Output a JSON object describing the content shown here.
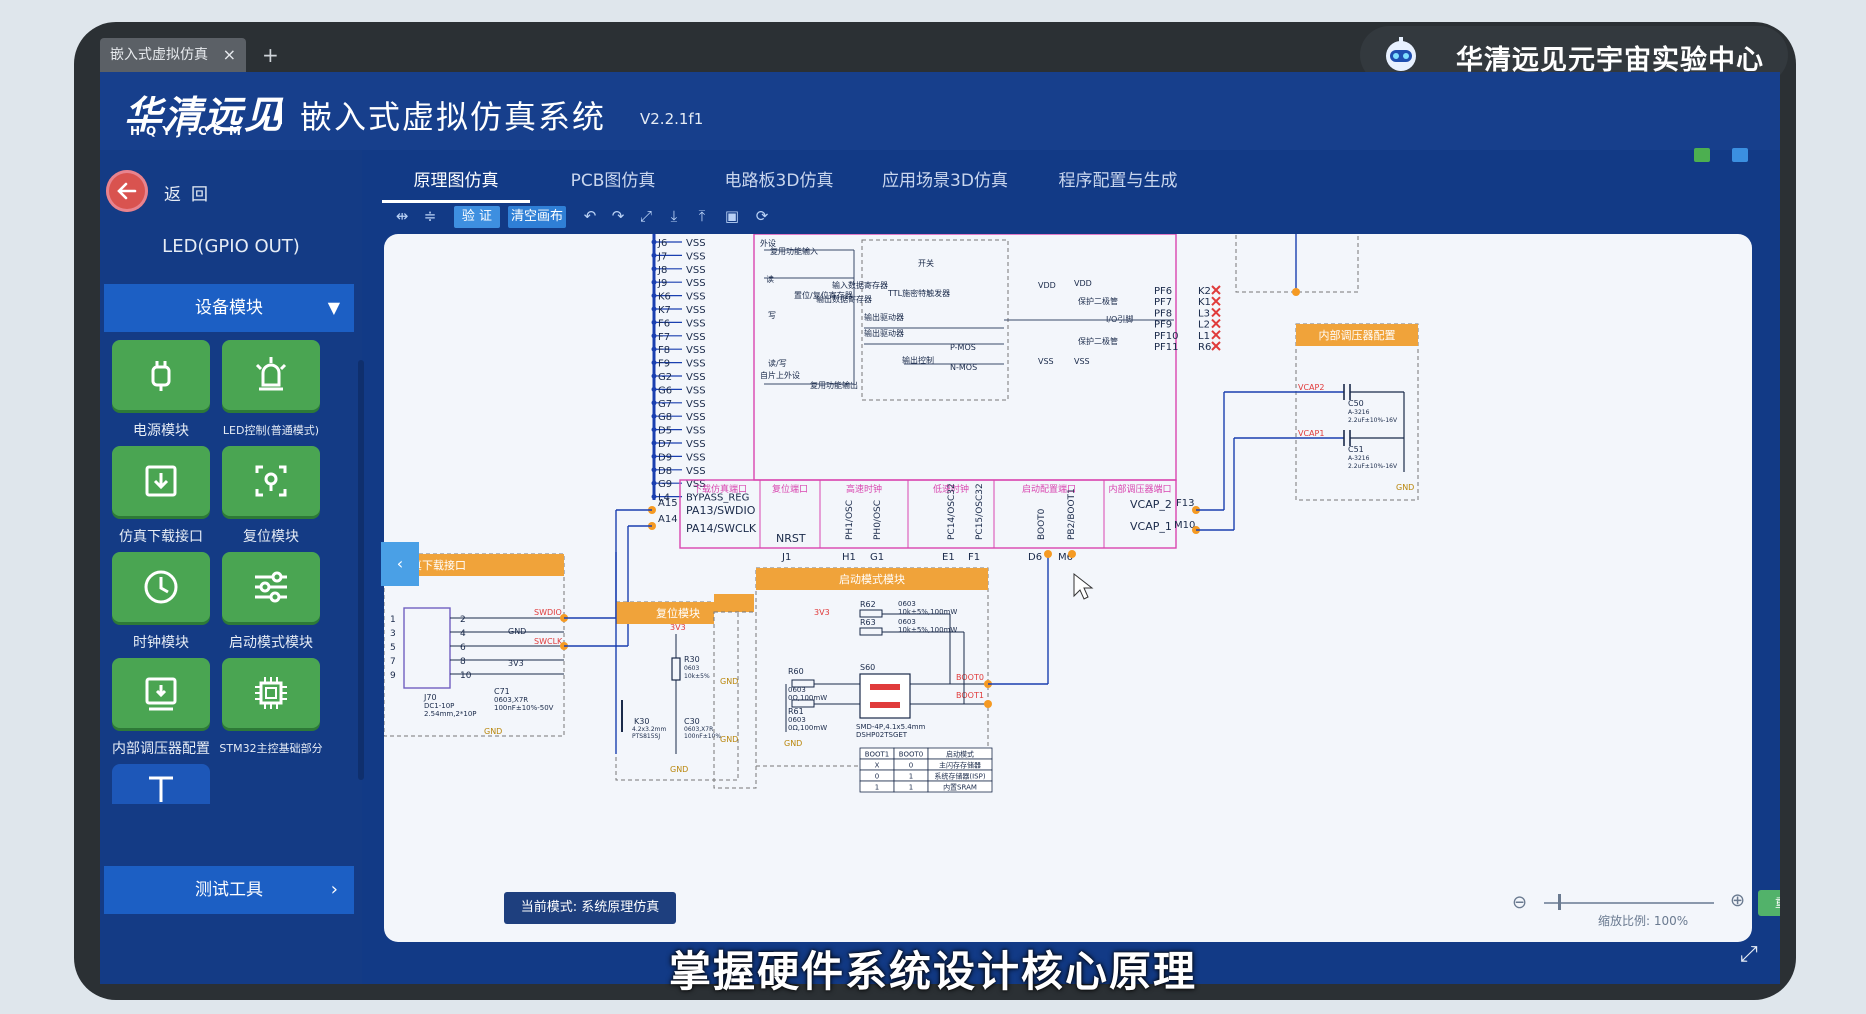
{
  "browser": {
    "tab_label": "嵌入式虚拟仿真",
    "close_glyph": "×",
    "new_tab_glyph": "+"
  },
  "brand_badge": {
    "text": "华清远见元宇宙实验中心"
  },
  "header": {
    "logo": "华清远见",
    "logo_sub": "HQYJ.COM",
    "title": "嵌入式虚拟仿真系统",
    "version": "V2.2.1f1"
  },
  "sidebar": {
    "back_label": "返回",
    "project_name": "LED(GPIO OUT)",
    "device_section": "设备模块",
    "modules": [
      {
        "label": "电源模块",
        "icon": "power-plug-icon"
      },
      {
        "label": "LED控制(普通模式)",
        "icon": "led-bulb-icon"
      },
      {
        "label": "仿真下载接口",
        "icon": "download-icon"
      },
      {
        "label": "复位模块",
        "icon": "reset-icon"
      },
      {
        "label": "时钟模块",
        "icon": "clock-icon"
      },
      {
        "label": "启动模式模块",
        "icon": "sliders-icon"
      },
      {
        "label": "内部调压器配置",
        "icon": "regulator-icon"
      },
      {
        "label": "STM32主控基础部分",
        "icon": "chip-icon"
      }
    ],
    "test_section": "测试工具"
  },
  "tabs": [
    {
      "label": "原理图仿真",
      "active": true
    },
    {
      "label": "PCB图仿真",
      "active": false
    },
    {
      "label": "电路板3D仿真",
      "active": false
    },
    {
      "label": "应用场景3D仿真",
      "active": false
    },
    {
      "label": "程序配置与生成",
      "active": false
    }
  ],
  "toolbar": {
    "verify": "验 证",
    "clear": "清空画布"
  },
  "schematic": {
    "pins_left": [
      "J6",
      "J7",
      "J8",
      "J9",
      "K6",
      "K7",
      "F6",
      "F7",
      "F8",
      "F9",
      "G2",
      "G6",
      "G7",
      "G8",
      "D5",
      "D7",
      "D9",
      "D8",
      "G9",
      "L4"
    ],
    "vss_label": "VSS",
    "bypass_reg": "BYPASS_REG",
    "pins_right": [
      "PF6",
      "PF7",
      "PF8",
      "PF9",
      "PF10",
      "PF11"
    ],
    "pins_right_ids": [
      "K2",
      "K1",
      "L3",
      "L2",
      "L1",
      "R6"
    ],
    "regulator_block": "内部调压器配置",
    "vcap": [
      "VCAP2",
      "VCAP1"
    ],
    "caps": [
      "C50",
      "C51"
    ],
    "cap_value": "2.2uF±10%-16V",
    "cap_pkg": "A-3216",
    "gnd": "GND",
    "section_headers": [
      "下载仿真端口",
      "复位端口",
      "高速时钟",
      "低速时钟",
      "启动配置端口",
      "内部调压器端口"
    ],
    "signals": [
      "PA13/SWDIO",
      "PA14/SWCLK",
      "NRST",
      "PH1/OSC",
      "PH0/OSC",
      "PC14/OSC32",
      "PC15/OSC32",
      "BOOT0",
      "PB2/BOOT1",
      "VCAP_2",
      "VCAP_1"
    ],
    "signal_pins": [
      "A15",
      "A14",
      "J1",
      "H1",
      "G1",
      "E1",
      "F1",
      "D6",
      "M6",
      "F13",
      "M10"
    ],
    "debug_block": "仿真下载接口",
    "reset_block": "复位模块",
    "boot_block": "启动模式模块",
    "debug_nets": [
      "SWDIO",
      "GND",
      "SWCLK",
      "3V3"
    ],
    "debug_parts": [
      "J70",
      "DC1-10P",
      "2.54mm,2*10P",
      "C71",
      "0603,X7R",
      "100nF±10%-50V"
    ],
    "reset_parts": [
      "3V3",
      "R30",
      "0603",
      "10k±5%",
      "K30",
      "4.2x3.2mm",
      "PTS815SJ",
      "C30",
      "0603,X7R",
      "100nF±10%"
    ],
    "boot_parts": [
      "3V3",
      "R62",
      "0603",
      "10k±5%,100mW",
      "R63",
      "0603",
      "10k±5%,100mW",
      "R60",
      "0603",
      "0Ω,100mW",
      "R61",
      "0603",
      "0Ω,100mW",
      "S60",
      "SMD-4P,4.1x5.4mm",
      "DSHP02TSGET",
      "BOOT0",
      "BOOT1"
    ],
    "boot_table": {
      "headers": [
        "BOOT1",
        "BOOT0",
        "启动模式"
      ],
      "rows": [
        [
          "X",
          "0",
          "主闪存存储器"
        ],
        [
          "0",
          "1",
          "系统存储器(ISP)"
        ],
        [
          "1",
          "1",
          "内置SRAM"
        ]
      ]
    },
    "gpio_labels": [
      "复用功能输入",
      "TTL施密特触发器",
      "开关",
      "输入数据寄存器",
      "置位/复位寄存器",
      "写",
      "读/写",
      "自片上外设",
      "复用功能输出",
      "输出驱动器",
      "输出控制",
      "输出数据寄存器",
      "P-MOS",
      "N-MOS",
      "VDD",
      "VSS",
      "保护二极管",
      "I/O引脚",
      "外设",
      "读"
    ]
  },
  "status": {
    "mode": "当前模式: 系统原理仿真",
    "zoom_label": "缩放比例: 100%",
    "zoom_percent": 100,
    "reset_view": "重置画布"
  },
  "caption": "掌握硬件系统设计核心原理",
  "colors": {
    "app_bg": "#123a86",
    "accent": "#1c5fc4",
    "module_green": "#4aa552",
    "canvas_bg": "#f3f6fb",
    "block_header_orange": "#f0a33a",
    "wire_blue": "#1a3fb0",
    "wire_pink": "#d946b0",
    "pin_orange": "#f59a23",
    "x_red": "#e03b3b"
  }
}
